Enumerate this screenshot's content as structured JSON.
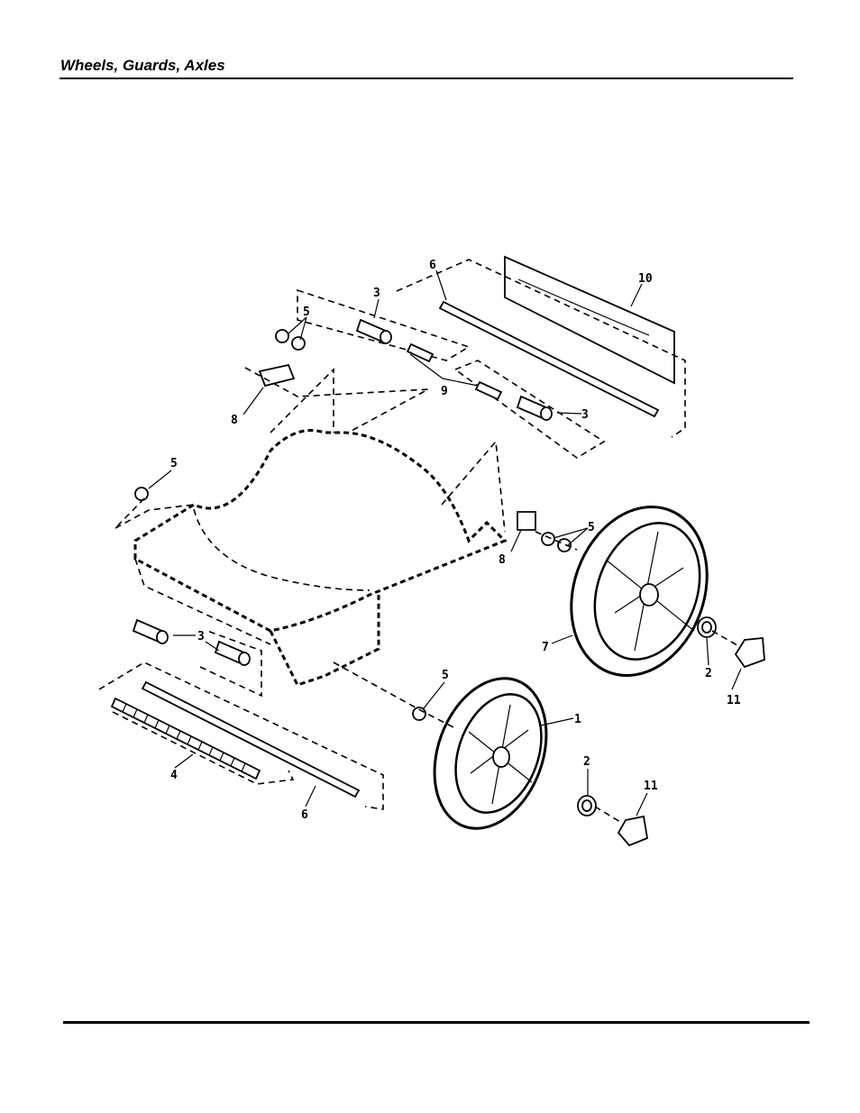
{
  "header": {
    "title": "Wheels, Guards, Axles"
  },
  "callouts": {
    "c1": "1",
    "c2a": "2",
    "c2b": "2",
    "c3a": "3",
    "c3b": "3",
    "c3c": "3",
    "c4": "4",
    "c5a": "5",
    "c5b": "5",
    "c5c": "5",
    "c5d": "5",
    "c6a": "6",
    "c6b": "6",
    "c7": "7",
    "c8a": "8",
    "c8b": "8",
    "c9": "9",
    "c10": "10",
    "c11a": "11",
    "c11b": "11"
  }
}
